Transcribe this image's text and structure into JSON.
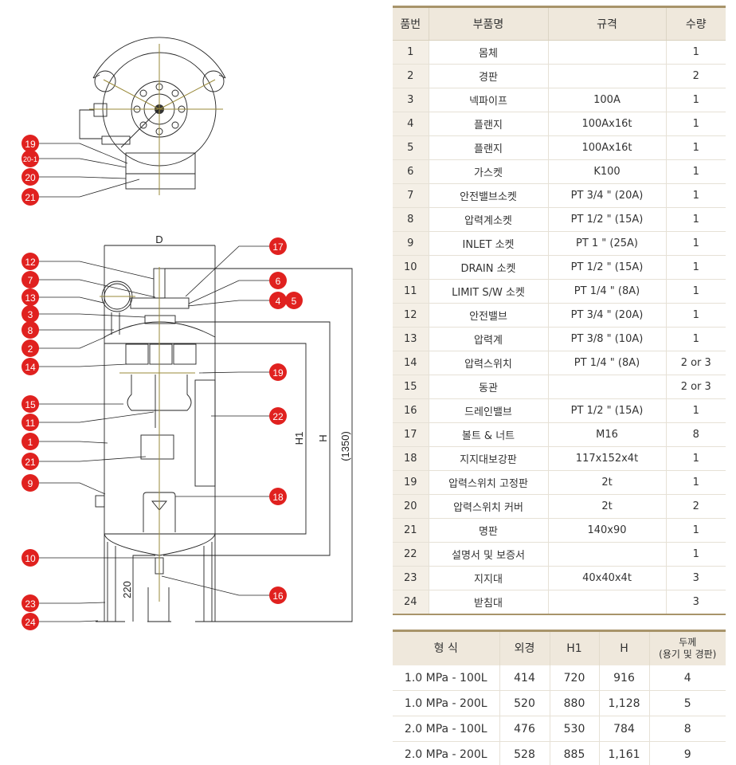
{
  "drawing": {
    "dim_d": "D",
    "dim_h1": "H1",
    "dim_h": "H",
    "dim_total": "(1350)",
    "dim_leg": "220",
    "top_view_balloons": [
      "19",
      "20-1",
      "20",
      "21"
    ],
    "front_left_balloons": [
      "12",
      "7",
      "13",
      "3",
      "8",
      "2",
      "14",
      "15",
      "11",
      "1",
      "21",
      "9",
      "10",
      "23",
      "24"
    ],
    "front_right_balloons": [
      "17",
      "6",
      "4",
      "5",
      "19",
      "22",
      "18",
      "16"
    ]
  },
  "parts_table": {
    "headers": [
      "품번",
      "부품명",
      "규격",
      "수량"
    ],
    "rows": [
      [
        "1",
        "몸체",
        "",
        "1"
      ],
      [
        "2",
        "경판",
        "",
        "2"
      ],
      [
        "3",
        "넥파이프",
        "100A",
        "1"
      ],
      [
        "4",
        "플랜지",
        "100Ax16t",
        "1"
      ],
      [
        "5",
        "플랜지",
        "100Ax16t",
        "1"
      ],
      [
        "6",
        "가스켓",
        "K100",
        "1"
      ],
      [
        "7",
        "안전밸브소켓",
        "PT 3/4 \" (20A)",
        "1"
      ],
      [
        "8",
        "압력계소켓",
        "PT 1/2 \" (15A)",
        "1"
      ],
      [
        "9",
        "INLET 소켓",
        "PT 1 \" (25A)",
        "1"
      ],
      [
        "10",
        "DRAIN 소켓",
        "PT 1/2 \" (15A)",
        "1"
      ],
      [
        "11",
        "LIMIT S/W 소켓",
        "PT 1/4 \" (8A)",
        "1"
      ],
      [
        "12",
        "안전밸브",
        "PT 3/4 \" (20A)",
        "1"
      ],
      [
        "13",
        "압력계",
        "PT 3/8 \" (10A)",
        "1"
      ],
      [
        "14",
        "압력스위치",
        "PT 1/4 \" (8A)",
        "2 or 3"
      ],
      [
        "15",
        "동관",
        "",
        "2 or 3"
      ],
      [
        "16",
        "드레인밸브",
        "PT 1/2 \" (15A)",
        "1"
      ],
      [
        "17",
        "볼트 & 너트",
        "M16",
        "8"
      ],
      [
        "18",
        "지지대보강판",
        "117x152x4t",
        "1"
      ],
      [
        "19",
        "압력스위치 고정판",
        "2t",
        "1"
      ],
      [
        "20",
        "압력스위치 커버",
        "2t",
        "2"
      ],
      [
        "21",
        "명판",
        "140x90",
        "1"
      ],
      [
        "22",
        "설명서 및 보증서",
        "",
        "1"
      ],
      [
        "23",
        "지지대",
        "40x40x4t",
        "3"
      ],
      [
        "24",
        "받침대",
        "",
        "3"
      ]
    ]
  },
  "spec_table": {
    "headers": [
      "형 식",
      "외경",
      "H1",
      "H",
      "두께",
      "(용기 및 경판)"
    ],
    "rows": [
      [
        "1.0 MPa - 100L",
        "414",
        "720",
        "916",
        "4"
      ],
      [
        "1.0 MPa - 200L",
        "520",
        "880",
        "1,128",
        "5"
      ],
      [
        "2.0 MPa - 100L",
        "476",
        "530",
        "784",
        "8"
      ],
      [
        "2.0 MPa - 200L",
        "528",
        "885",
        "1,161",
        "9"
      ]
    ]
  }
}
